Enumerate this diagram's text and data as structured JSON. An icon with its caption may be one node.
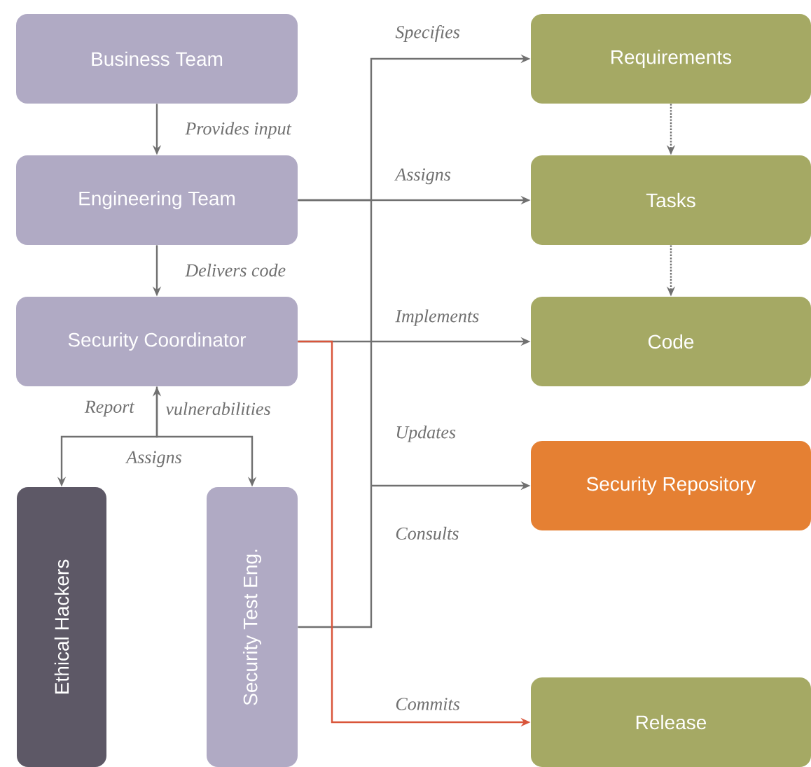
{
  "diagram": {
    "nodes": [
      {
        "text": [
          "Business Team"
        ]
      },
      {
        "text": [
          "Engineering Team"
        ]
      },
      {
        "text": [
          "Security Coordinator"
        ]
      },
      {
        "text": [
          "Ethical Hackers"
        ]
      },
      {
        "text": [
          "Security Test Eng."
        ]
      },
      {
        "text": [
          "Requirements"
        ]
      },
      {
        "text": [
          "Tasks"
        ]
      },
      {
        "text": [
          "Code"
        ]
      },
      {
        "text": [
          "Security Repository"
        ]
      },
      {
        "text": [
          "Release"
        ]
      }
    ],
    "edges": [
      {
        "from": 0,
        "to": 1,
        "arrow": "to",
        "label": "Provides input"
      },
      {
        "from": 1,
        "to": 2,
        "arrow": "to",
        "label": "Delivers code"
      },
      {
        "from": 1,
        "to": 5,
        "arrow": "to",
        "label": "Specifies"
      },
      {
        "from": 1,
        "to": 6,
        "arrow": "to",
        "label": "Assigns"
      },
      {
        "from": 2,
        "to": 7,
        "arrow": "to",
        "label": "Implements"
      },
      {
        "from": 4,
        "to": 8,
        "arrow": "to",
        "label": "Updates"
      },
      {
        "from": 2,
        "to": 9,
        "arrow": "to",
        "label": "Commits",
        "color": "#d9553a"
      },
      {
        "from": 5,
        "to": 6,
        "arrow": "to",
        "style": "dashed"
      },
      {
        "from": 6,
        "to": 7,
        "arrow": "to",
        "style": "dashed"
      },
      {
        "from": 3,
        "to": 2,
        "arrow": "both",
        "label": "Assigns"
      },
      {
        "from": 2,
        "to": 4,
        "arrow": "to"
      }
    ],
    "labels": [
      "Report",
      "vulnerabilities",
      "Consults"
    ]
  }
}
